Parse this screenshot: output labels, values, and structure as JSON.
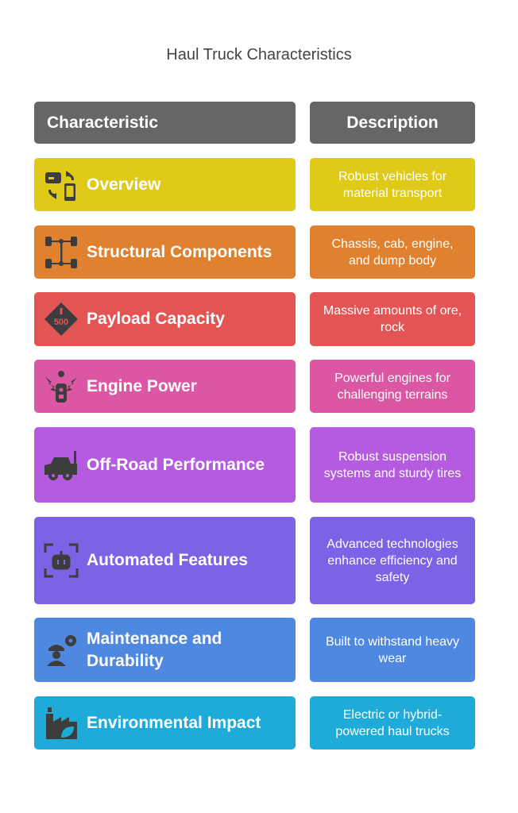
{
  "title": "Haul Truck Characteristics",
  "headers": {
    "characteristic": "Characteristic",
    "description": "Description"
  },
  "rows": [
    {
      "label": "Overview",
      "description": "Robust vehicles for material transport",
      "color": "#dfcb17",
      "icon": "device-sync-icon"
    },
    {
      "label": "Structural Components",
      "description": "Chassis, cab, engine, and dump body",
      "color": "#df812f",
      "icon": "chassis-icon"
    },
    {
      "label": "Payload Capacity",
      "description": "Massive amounts of ore, rock",
      "color": "#e35555",
      "icon": "weight-500-warning-icon",
      "icon_text": "500"
    },
    {
      "label": "Engine Power",
      "description": "Powerful engines for challenging terrains",
      "color": "#db57a4",
      "icon": "engine-power-icon"
    },
    {
      "label": "Off-Road Performance",
      "description": "Robust suspension systems and sturdy tires",
      "color": "#b55be0",
      "icon": "offroad-vehicle-icon"
    },
    {
      "label": "Automated Features",
      "description": "Advanced technologies enhance efficiency and safety",
      "color": "#7c62e4",
      "icon": "robot-scan-icon"
    },
    {
      "label": "Maintenance and Durability",
      "description": "Built to withstand heavy wear",
      "color": "#4f88e1",
      "icon": "worker-gear-icon"
    },
    {
      "label": "Environmental Impact",
      "description": "Electric or hybrid-powered haul trucks",
      "color": "#1fabd9",
      "icon": "factory-leaf-icon"
    }
  ]
}
